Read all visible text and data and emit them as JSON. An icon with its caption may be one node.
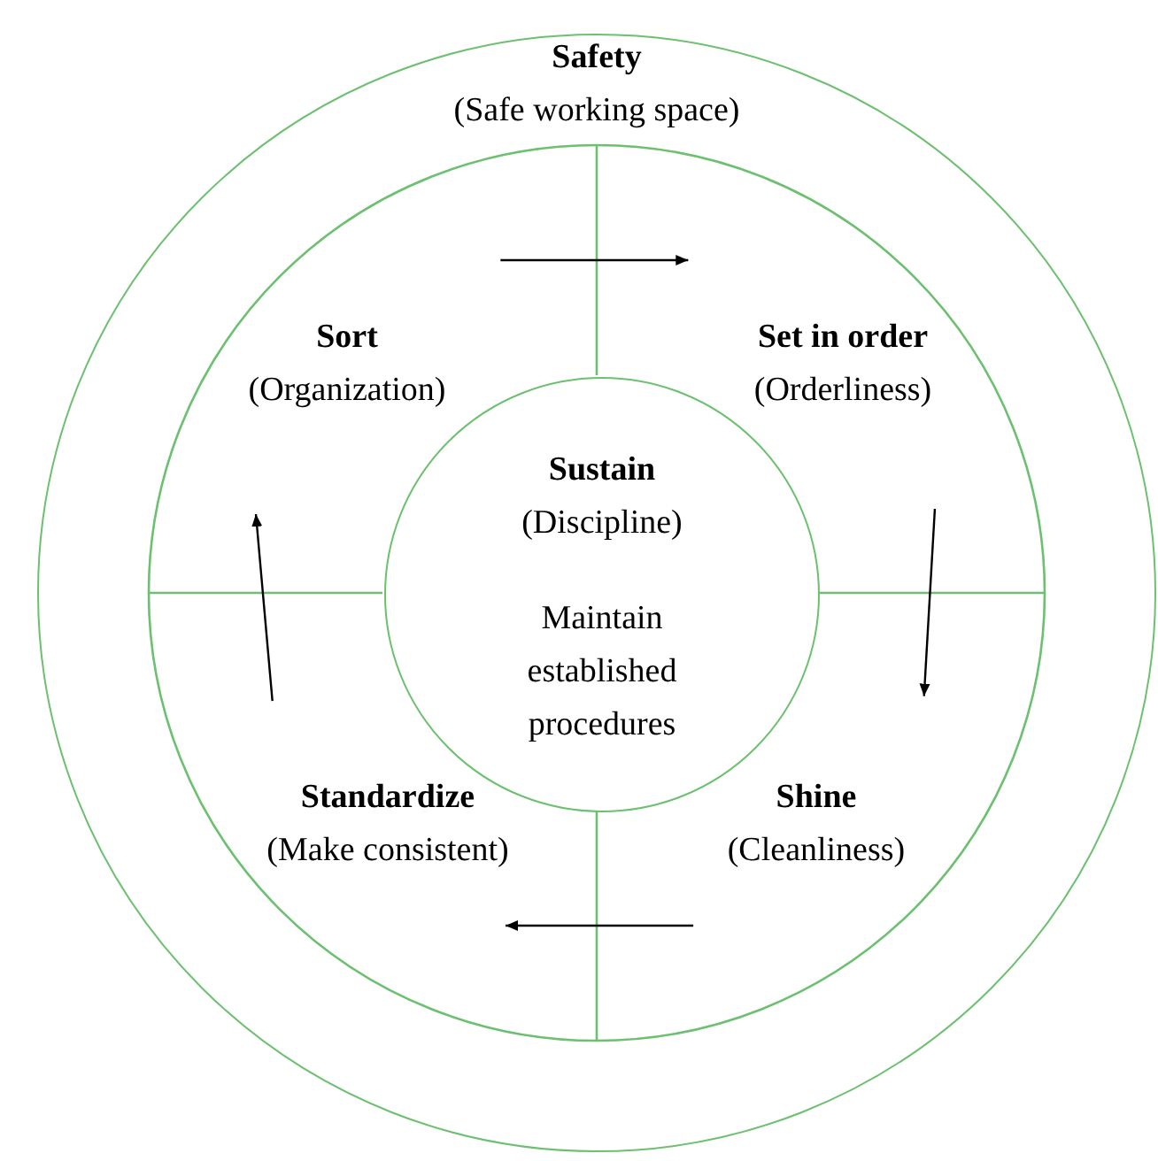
{
  "diagram": {
    "nodes": [
      {
        "text": [
          "Safety",
          "(Safe working space)"
        ]
      },
      {
        "text": [
          "Sort",
          "(Organization)"
        ],
        "in": 0
      },
      {
        "text": [
          "Set in order",
          "(Orderliness)"
        ],
        "in": 0
      },
      {
        "text": [
          "Sustain",
          "(Discipline)",
          "Maintain established procedures"
        ],
        "in": 0
      },
      {
        "text": [
          "Standardize",
          "(Make consistent)"
        ],
        "in": 0
      },
      {
        "text": [
          "Shine",
          "(Cleanliness)"
        ],
        "in": 0
      }
    ],
    "edges": [
      {
        "from": 1,
        "to": 2,
        "arrow": "to"
      },
      {
        "from": 2,
        "to": 5,
        "arrow": "to"
      },
      {
        "from": 5,
        "to": 4,
        "arrow": "to"
      },
      {
        "from": 4,
        "to": 1,
        "arrow": "to"
      }
    ]
  }
}
